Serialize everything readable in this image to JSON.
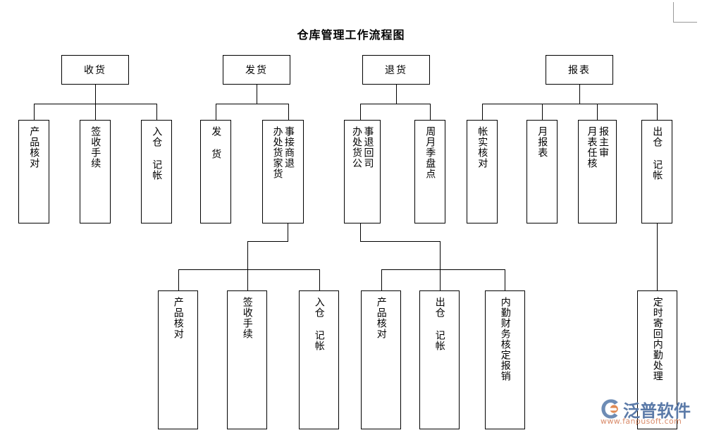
{
  "document": {
    "title": "仓库管理工作流程图"
  },
  "logo": {
    "name": "泛普软件",
    "url": "www.fanpusoft.com",
    "mark_icon": "swirl-logo-icon",
    "brand_blue": "#5b7aa8",
    "brand_orange": "#e08a54"
  },
  "chart_data": {
    "type": "diagram",
    "title": "仓库管理工作流程图",
    "orientation": "top-down-tree",
    "columns": [
      {
        "id": "receiving",
        "head": "收货",
        "children": [
          {
            "id": "recv-1",
            "text": "产品核对"
          },
          {
            "id": "recv-2",
            "text": "签收手续"
          },
          {
            "id": "recv-3",
            "text": "入仓 记帐"
          }
        ]
      },
      {
        "id": "shipping",
        "head": "发货",
        "children": [
          {
            "id": "ship-1",
            "text": "发 货"
          },
          {
            "id": "ship-2",
            "text_right": "事接商退",
            "text_left": "办处货家货"
          }
        ]
      },
      {
        "id": "returns",
        "head": "退货",
        "children": [
          {
            "id": "ret-1",
            "text_right": "事退回司",
            "text_left": "办处货公"
          },
          {
            "id": "ret-2",
            "text": "周月季盘点"
          }
        ]
      },
      {
        "id": "reports",
        "head": "报表",
        "children": [
          {
            "id": "rep-1",
            "text": "帐实核对"
          },
          {
            "id": "rep-2",
            "text": "月报表"
          },
          {
            "id": "rep-3",
            "text_right": "报主审",
            "text_left": "月表任核"
          },
          {
            "id": "rep-4",
            "text": "出仓 记帐"
          }
        ]
      }
    ],
    "sub_groups": [
      {
        "id": "ship-sub",
        "parent": "ship-2",
        "children": [
          {
            "id": "ship-sub-1",
            "text": "产品核对"
          },
          {
            "id": "ship-sub-2",
            "text": "签收手续"
          },
          {
            "id": "ship-sub-3",
            "text": "入仓 记帐"
          }
        ]
      },
      {
        "id": "ret-sub",
        "parent": "ret-1",
        "children": [
          {
            "id": "ret-sub-1",
            "text": "产品核对"
          },
          {
            "id": "ret-sub-2",
            "text": "出仓 记帐"
          },
          {
            "id": "ret-sub-3",
            "text": "内勤财务核定报销"
          }
        ]
      },
      {
        "id": "rep-sub",
        "parent": "rep-4",
        "children": [
          {
            "id": "rep-sub-1",
            "text": "定时寄回内勤处理"
          }
        ]
      }
    ]
  }
}
